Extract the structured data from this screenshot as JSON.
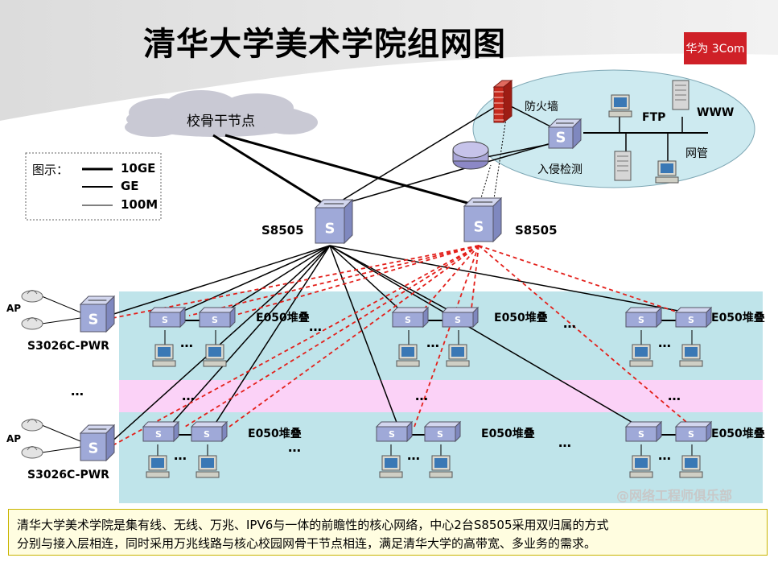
{
  "title": "清华大学美术学院组网图",
  "logo_text": "华为 3Com",
  "backbone_label": "校骨干节点",
  "legend": {
    "heading": "图示：",
    "items": [
      "10GE",
      "GE",
      "100M"
    ]
  },
  "core_switches": [
    "S8505",
    "S8505"
  ],
  "server_zone": {
    "firewall": "防火墙",
    "ids": "入侵检测",
    "ftp": "FTP",
    "www": "WWW",
    "mgmt": "网管"
  },
  "access_stack_label": "E050堆叠",
  "access_switch_label": "S3026C-PWR",
  "ap_label": "AP",
  "switch_glyph": "S",
  "ellipsis": "…",
  "watermark": "@网络工程师俱乐部",
  "caption_lines": [
    "清华大学美术学院是集有线、无线、万兆、IPV6与一体的前瞻性的核心网络，中心2台S8505采用双归属的方式",
    "分别与接入层相连，同时采用万兆线路与核心校园网骨干节点相连，满足清华大学的高带宽、多业务的需求。"
  ],
  "colors": {
    "band_cyan": "#bfe4ea",
    "band_pink": "#fbd2f7",
    "switch_face": "#9fa9d8",
    "switch_top": "#d2d6ee",
    "redundant_link": "#e3201b",
    "server_zone": "#cdeaf0"
  }
}
